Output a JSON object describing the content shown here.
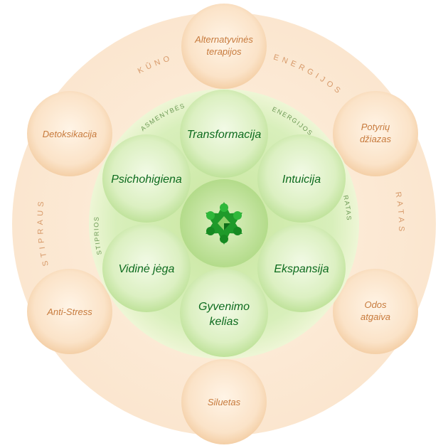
{
  "colors": {
    "outer_circle": "#fbe5cc",
    "outer_text": "#c77a3c",
    "arc_text_outer": "#d79a6a",
    "inner_disc": "#d3ecb2",
    "inner_circle": "#dff2c7",
    "inner_text": "#0d6b1e",
    "arc_text_inner": "#6d9a55",
    "logo": "#1f9a2a"
  },
  "center": {
    "icon": "green-star-icon"
  },
  "outer_circles": [
    {
      "id": "alternatyvines",
      "lines": [
        "Alternatyvinės",
        "terapijos"
      ]
    },
    {
      "id": "potyriu",
      "lines": [
        "Potyrių",
        "džiazas"
      ]
    },
    {
      "id": "odos",
      "lines": [
        "Odos",
        "atgaiva"
      ]
    },
    {
      "id": "siluetas",
      "lines": [
        "Siluetas"
      ]
    },
    {
      "id": "anti-stress",
      "lines": [
        "Anti-Stress"
      ]
    },
    {
      "id": "detoksikacija",
      "lines": [
        "Detoksikacija"
      ]
    }
  ],
  "inner_circles": [
    {
      "id": "transformacija",
      "lines": [
        "Transformacija"
      ]
    },
    {
      "id": "intuicija",
      "lines": [
        "Intuicija"
      ]
    },
    {
      "id": "ekspansija",
      "lines": [
        "Ekspansija"
      ]
    },
    {
      "id": "gyvenimo-kelias",
      "lines": [
        "Gyvenimo",
        "kelias"
      ]
    },
    {
      "id": "vidine-jega",
      "lines": [
        "Vidinė jėga"
      ]
    },
    {
      "id": "psichohigiena",
      "lines": [
        "Psichohigiena"
      ]
    }
  ],
  "outer_arc_words": [
    "KŪNO",
    "ENERGIJOS",
    "RATAS",
    "STIPRAUS"
  ],
  "inner_arc_words": [
    "ASMENYBĖS",
    "ENERGIJOS",
    "RATAS",
    "STIPRIOS"
  ]
}
